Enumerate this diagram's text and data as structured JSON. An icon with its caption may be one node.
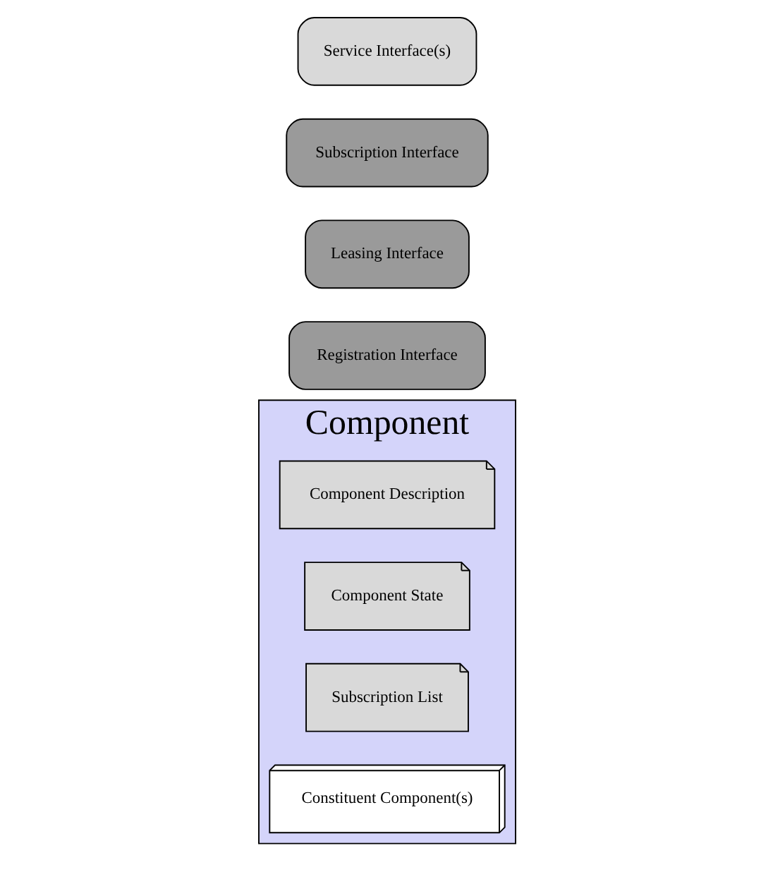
{
  "diagram": {
    "nodes": [
      {
        "text": [
          "Component"
        ]
      },
      {
        "text": [
          "Component Description"
        ],
        "in": 0
      },
      {
        "text": [
          "Component State"
        ],
        "in": 0
      },
      {
        "text": [
          "Subscription List"
        ],
        "in": 0
      },
      {
        "text": [
          "Constituent Component(s)"
        ],
        "in": 0
      },
      {
        "text": [
          "Registration Interface"
        ]
      },
      {
        "text": [
          "Leasing Interface"
        ]
      },
      {
        "text": [
          "Subscription Interface"
        ]
      },
      {
        "text": [
          "Service Interface(s)"
        ]
      }
    ],
    "edges": []
  }
}
